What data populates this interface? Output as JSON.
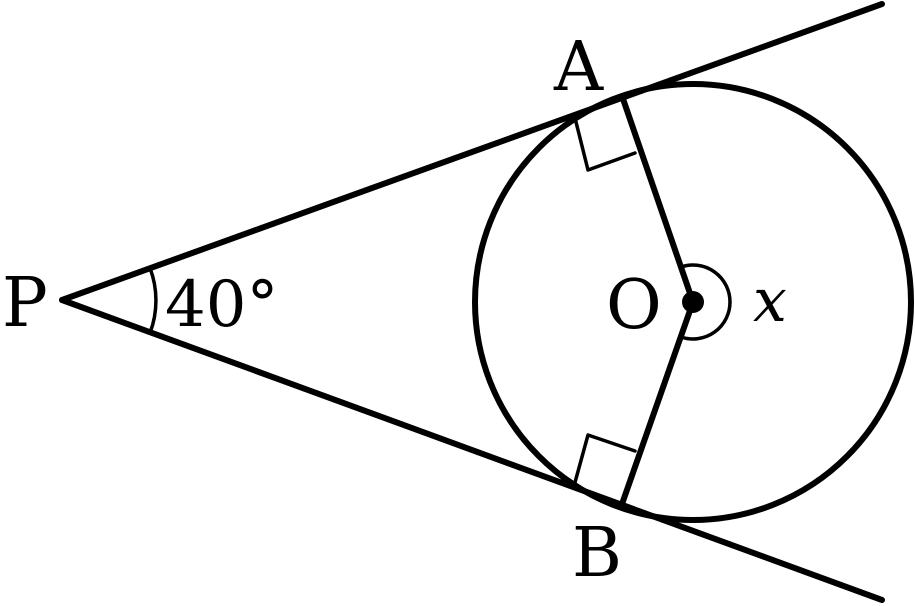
{
  "points": {
    "P": "P",
    "A": "A",
    "B": "B",
    "O": "O"
  },
  "angles": {
    "apex": "40°",
    "reflex": "x"
  },
  "colors": {
    "ink": "#000000",
    "background": "#ffffff"
  }
}
